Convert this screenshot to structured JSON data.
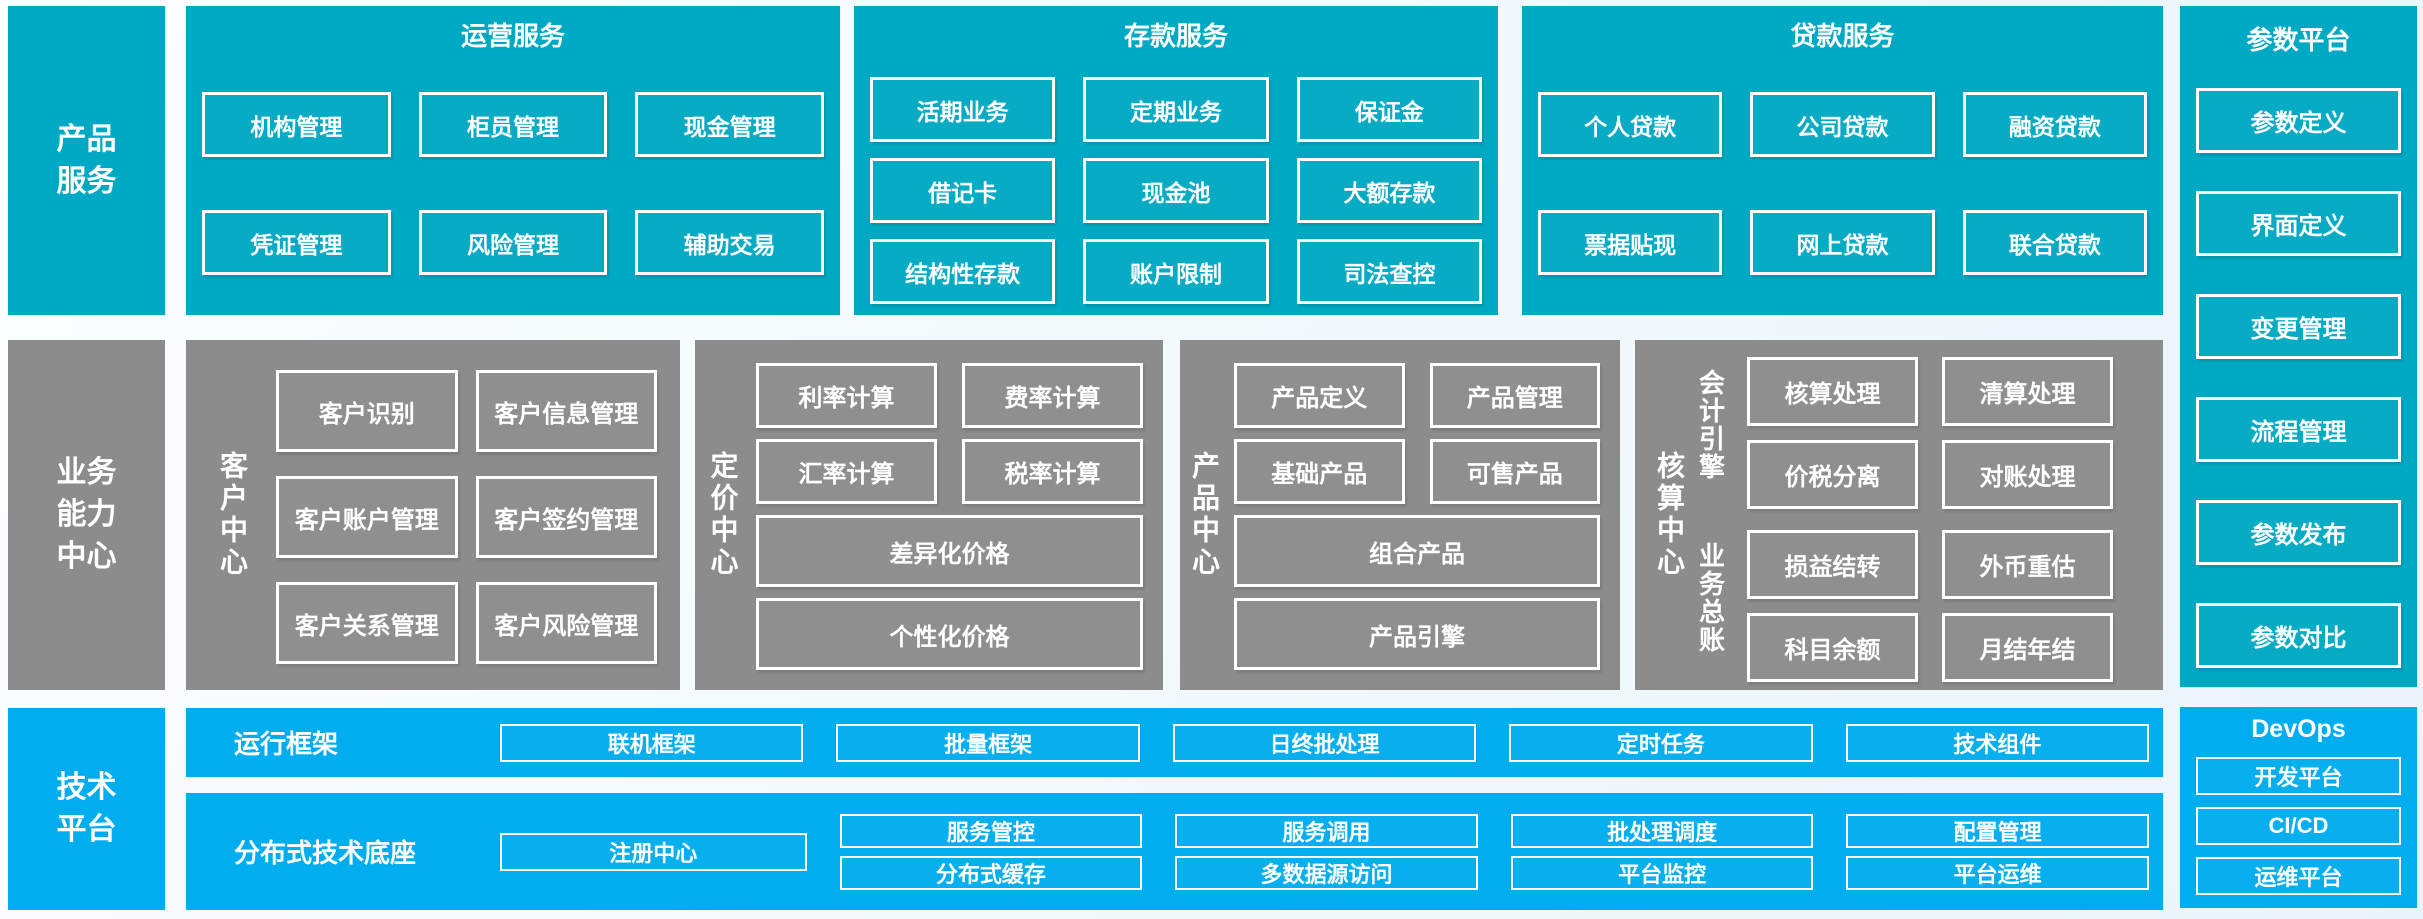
{
  "colors": {
    "teal": "#00a9c3",
    "gray": "#8c8c8c",
    "light_blue": "#00adee",
    "box_border": "#ffffff",
    "text": "#ffffff",
    "background": "#f3fafc"
  },
  "left_column": {
    "product": {
      "lines": [
        "产品",
        "服务"
      ]
    },
    "business": {
      "lines": [
        "业务",
        "能力",
        "中心"
      ]
    },
    "tech": {
      "lines": [
        "技术",
        "平台"
      ]
    }
  },
  "top": {
    "operations": {
      "title": "运营服务",
      "boxes": [
        "机构管理",
        "柜员管理",
        "现金管理",
        "凭证管理",
        "风险管理",
        "辅助交易"
      ]
    },
    "deposits": {
      "title": "存款服务",
      "boxes": [
        "活期业务",
        "定期业务",
        "保证金",
        "借记卡",
        "现金池",
        "大额存款",
        "结构性存款",
        "账户限制",
        "司法查控"
      ]
    },
    "loans": {
      "title": "贷款服务",
      "boxes": [
        "个人贷款",
        "公司贷款",
        "融资贷款",
        "票据贴现",
        "网上贷款",
        "联合贷款"
      ]
    }
  },
  "middle": {
    "customer": {
      "label": "客户中心",
      "boxes": [
        "客户识别",
        "客户信息管理",
        "客户账户管理",
        "客户签约管理",
        "客户关系管理",
        "客户风险管理"
      ]
    },
    "pricing": {
      "label": "定价中心",
      "boxes": [
        "利率计算",
        "费率计算",
        "汇率计算",
        "税率计算"
      ],
      "wide_boxes": [
        "差异化价格",
        "个性化价格"
      ]
    },
    "product": {
      "label": "产品中心",
      "boxes": [
        "产品定义",
        "产品管理",
        "基础产品",
        "可售产品"
      ],
      "wide_boxes": [
        "组合产品",
        "产品引擎"
      ]
    },
    "accounting": {
      "label": "核算中心",
      "groups": [
        {
          "label": "会计引擎",
          "boxes": [
            "核算处理",
            "清算处理",
            "价税分离",
            "对账处理"
          ]
        },
        {
          "label": "业务总账",
          "boxes": [
            "损益结转",
            "外币重估",
            "科目余额",
            "月结年结"
          ]
        }
      ]
    }
  },
  "right": {
    "parameter_platform": {
      "title": "参数平台",
      "boxes": [
        "参数定义",
        "界面定义",
        "变更管理",
        "流程管理",
        "参数发布",
        "参数对比"
      ]
    },
    "devops": {
      "title": "DevOps",
      "boxes": [
        "开发平台",
        "CI/CD",
        "运维平台"
      ]
    }
  },
  "bottom": {
    "runtime": {
      "label": "运行框架",
      "boxes": [
        "联机框架",
        "批量框架",
        "日终批处理",
        "定时任务",
        "技术组件"
      ]
    },
    "distributed": {
      "label": "分布式技术底座",
      "registry": "注册中心",
      "columns": [
        [
          "服务管控",
          "分布式缓存"
        ],
        [
          "服务调用",
          "多数据源访问"
        ],
        [
          "批处理调度",
          "平台监控"
        ],
        [
          "配置管理",
          "平台运维"
        ]
      ]
    }
  }
}
